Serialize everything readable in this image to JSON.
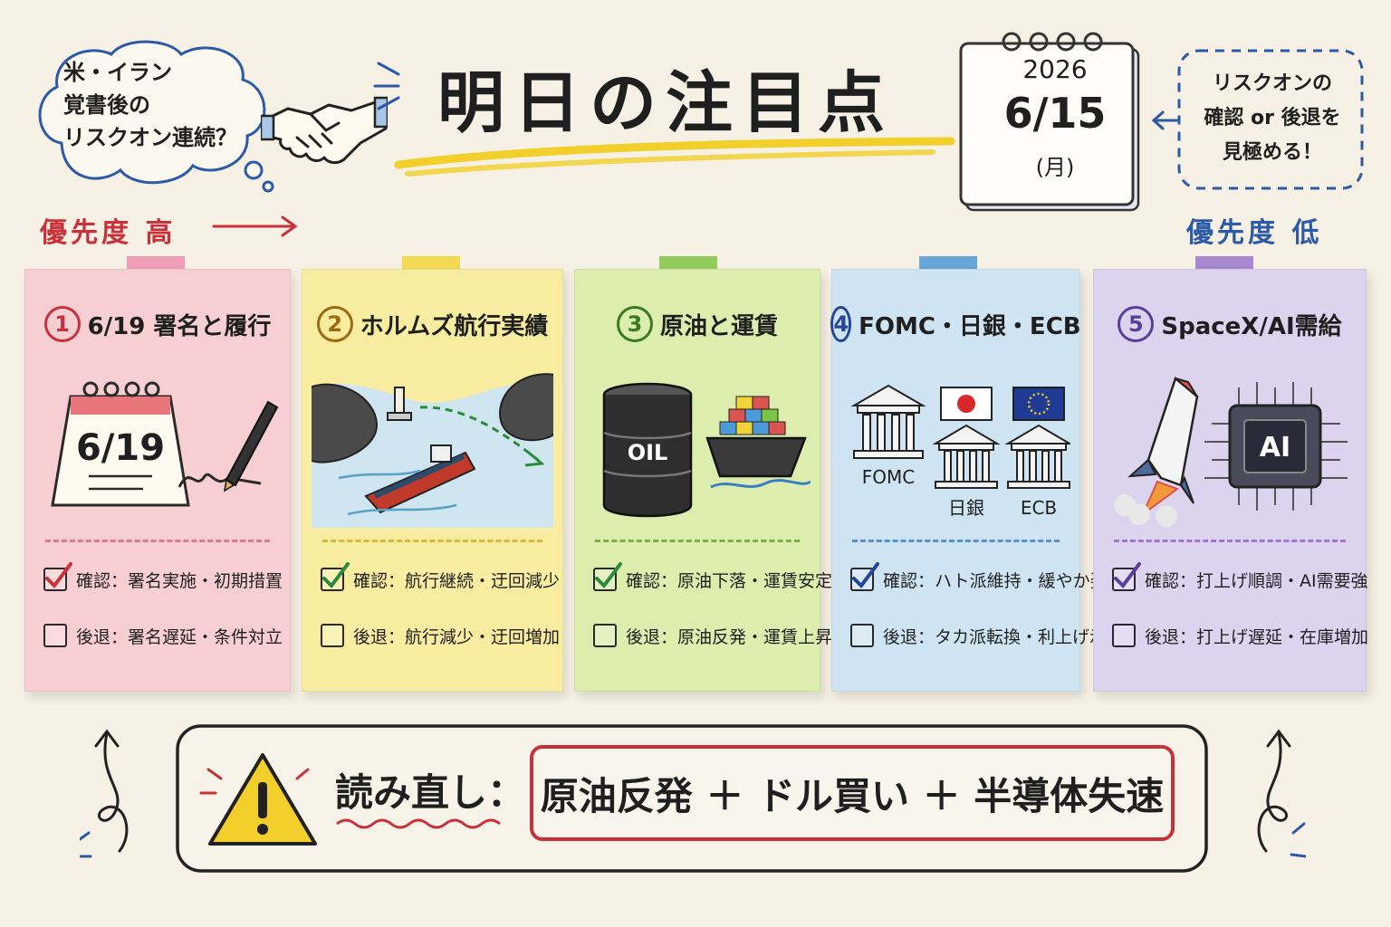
{
  "header": {
    "title": "明日の注目点",
    "thought_bubble": [
      "米・イラン",
      "覚書後の",
      "リスクオン連続？"
    ],
    "calendar": {
      "year": "2026",
      "date": "6/15",
      "weekday": "(月)"
    },
    "side_note": [
      "リスクオンの",
      "確認 or 後退を",
      "見極める！"
    ],
    "priority_high": "優先度 高",
    "priority_low": "優先度 低"
  },
  "cards": [
    {
      "number": "1",
      "title": "6/19 署名と履行",
      "illus_text": "6/19",
      "confirm": "確認：署名実施・初期措置",
      "retreat": "後退：署名遅延・条件対立",
      "confirm_checked": true,
      "colors": {
        "bg": "#f7cfd2",
        "tape": "#ef8fb0",
        "accent": "#c8303a"
      }
    },
    {
      "number": "2",
      "title": "ホルムズ航行実績",
      "confirm": "確認：航行継続・迂回減少",
      "retreat": "後退：航行減少・迂回増加",
      "confirm_checked": true,
      "colors": {
        "bg": "#f8eca1",
        "tape": "#f1d33a",
        "accent": "#9a6a10"
      }
    },
    {
      "number": "3",
      "title": "原油と運賃",
      "illus_text": "OIL",
      "confirm": "確認：原油下落・運賃安定",
      "retreat": "後退：原油反発・運賃上昇",
      "confirm_checked": true,
      "colors": {
        "bg": "#dcedae",
        "tape": "#7ec444",
        "accent": "#3a7a22"
      }
    },
    {
      "number": "4",
      "title": "FOMC・日銀・ECB",
      "illus_labels": [
        "FOMC",
        "日銀",
        "ECB"
      ],
      "confirm": "確認：ハト派維持・緩やか姿勢",
      "retreat": "後退：タカ派転換・利上げ示唆",
      "confirm_checked": true,
      "colors": {
        "bg": "#cfe4f2",
        "tape": "#4c9ad6",
        "accent": "#24459a"
      }
    },
    {
      "number": "5",
      "title": "SpaceX/AI需給",
      "illus_text": "AI",
      "confirm": "確認：打上げ順調・AI需要強",
      "retreat": "後退：打上げ遅延・在庫増加",
      "confirm_checked": true,
      "colors": {
        "bg": "#dcd3ee",
        "tape": "#9a77cc",
        "accent": "#5b3e98"
      }
    }
  ],
  "footer": {
    "label": "読み直し：",
    "formula": "原油反発 ＋ ドル買い ＋ 半導体失速"
  }
}
